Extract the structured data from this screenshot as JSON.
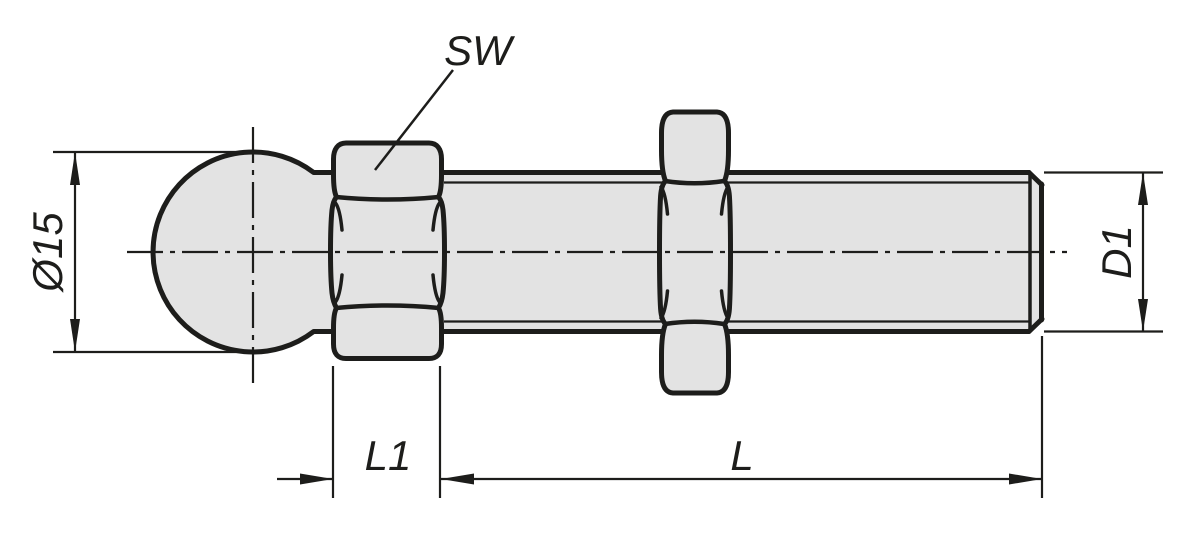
{
  "drawing": {
    "title": "ball-end threaded stud with hex nut and lock nut, side view",
    "labels": {
      "wrench_size": "SW",
      "ball_diameter": "Ø15",
      "thread_diameter": "D1",
      "nut_length": "L1",
      "total_length": "L"
    },
    "colors": {
      "line": "#1d1d1b",
      "fill": "#e3e3e3",
      "background": "#ffffff"
    }
  }
}
